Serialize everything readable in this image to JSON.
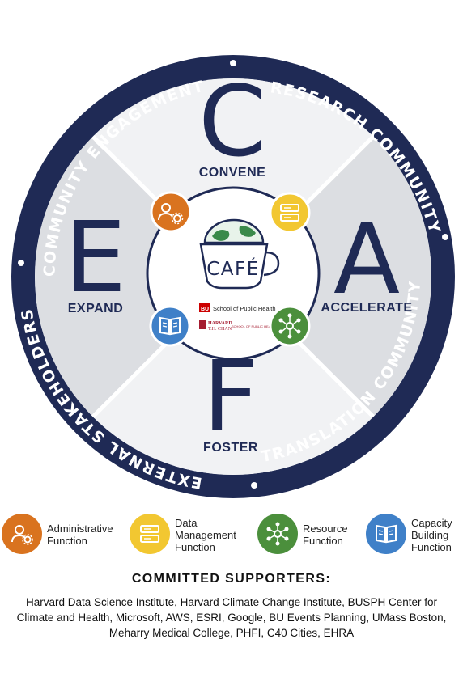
{
  "ring": {
    "top_left": "COMMUNITY ENGAGEMENT",
    "top_right": "RESEARCH COMMUNITY",
    "bottom_right": "TRANSLATION COMMUNITY",
    "bottom_left": "EXTERNAL STAKEHOLDERS"
  },
  "quadrants": {
    "convene": {
      "letter": "C",
      "label": "CONVENE"
    },
    "accelerate": {
      "letter": "A",
      "label": "ACCELERATE"
    },
    "foster": {
      "letter": "F",
      "label": "FOSTER"
    },
    "expand": {
      "letter": "E",
      "label": "EXPAND"
    }
  },
  "center": {
    "logo_text": "CAFÉ",
    "partner_1": "School of Public Health",
    "partner_2_a": "HARVARD",
    "partner_2_b": "T.H. CHAN",
    "partner_2_c": "SCHOOL OF PUBLIC HEALTH",
    "bu_mark": "BU"
  },
  "legend": [
    {
      "label": "Administrative\nFunction",
      "icon": "admin-gear-icon",
      "color": "#d9731f"
    },
    {
      "label": "Data\nManagement\nFunction",
      "icon": "server-icon",
      "color": "#f2c731"
    },
    {
      "label": "Resource\nFunction",
      "icon": "network-hub-icon",
      "color": "#4b8f3c"
    },
    {
      "label": "Capacity\nBuilding\nFunction",
      "icon": "book-icon",
      "color": "#3f80c8"
    }
  ],
  "supporters": {
    "title": "COMMITTED SUPPORTERS:",
    "text": "Harvard Data Science Institute, Harvard Climate Change Institute, BUSPH Center for Climate and Health, Microsoft, AWS, ESRI, Google, BU Events Planning, UMass Boston, Meharry Medical College, PHFI, C40 Cities, EHRA"
  },
  "colors": {
    "navy": "#1f2a55",
    "quad_light": "#f1f2f4",
    "quad_dark": "#dcdee2"
  }
}
